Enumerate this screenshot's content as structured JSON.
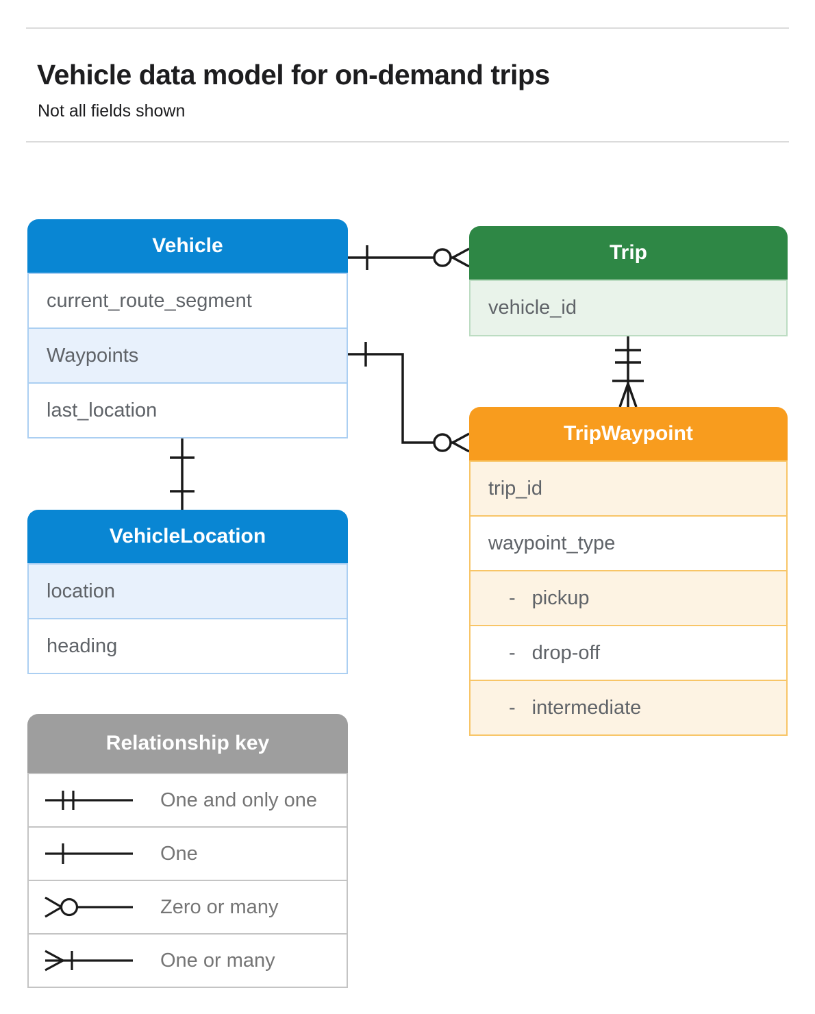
{
  "page": {
    "title": "Vehicle data model for on-demand trips",
    "subtitle": "Not all fields shown"
  },
  "entities": {
    "vehicle": {
      "title": "Vehicle",
      "fields": [
        {
          "label": "current_route_segment"
        },
        {
          "label": "Waypoints"
        },
        {
          "label": "last_location"
        }
      ]
    },
    "trip": {
      "title": "Trip",
      "fields": [
        {
          "label": "vehicle_id"
        }
      ]
    },
    "trip_waypoint": {
      "title": "TripWaypoint",
      "bullet": "-",
      "fields": [
        {
          "label": "trip_id"
        },
        {
          "label": "waypoint_type"
        },
        {
          "label": "pickup",
          "indent": true
        },
        {
          "label": "drop-off",
          "indent": true
        },
        {
          "label": "intermediate",
          "indent": true
        }
      ]
    },
    "vehicle_location": {
      "title": "VehicleLocation",
      "fields": [
        {
          "label": "location"
        },
        {
          "label": "heading"
        }
      ]
    }
  },
  "relationships": [
    {
      "from": "Vehicle",
      "to": "Trip",
      "from_cardinality": "one",
      "to_cardinality": "zero-or-many"
    },
    {
      "from": "Vehicle.Waypoints",
      "to": "TripWaypoint",
      "from_cardinality": "one",
      "to_cardinality": "zero-or-many"
    },
    {
      "from": "Trip",
      "to": "TripWaypoint",
      "from_cardinality": "one-and-only-one",
      "to_cardinality": "one-or-many"
    },
    {
      "from": "Vehicle",
      "to": "VehicleLocation",
      "from_cardinality": "one",
      "to_cardinality": "one"
    }
  ],
  "legend": {
    "title": "Relationship key",
    "items": [
      {
        "symbol": "one-and-only-one",
        "label": "One and only one"
      },
      {
        "symbol": "one",
        "label": "One"
      },
      {
        "symbol": "zero-or-many",
        "label": "Zero or many"
      },
      {
        "symbol": "one-or-many",
        "label": "One or many"
      }
    ]
  },
  "colors": {
    "blue": "#0986d3",
    "blue_light": "#e8f1fc",
    "blue_border": "#abcff2",
    "green": "#2e8745",
    "green_light": "#e9f3ea",
    "green_border": "#bcdcc2",
    "orange": "#f89c1e",
    "orange_light": "#fdf3e3",
    "orange_border": "#f8c567",
    "gray_header": "#9e9e9e",
    "gray_light": "#ebebeb",
    "gray_border": "#c4c4c4",
    "line": "#1a1a1a",
    "field_text": "#5f6368"
  }
}
